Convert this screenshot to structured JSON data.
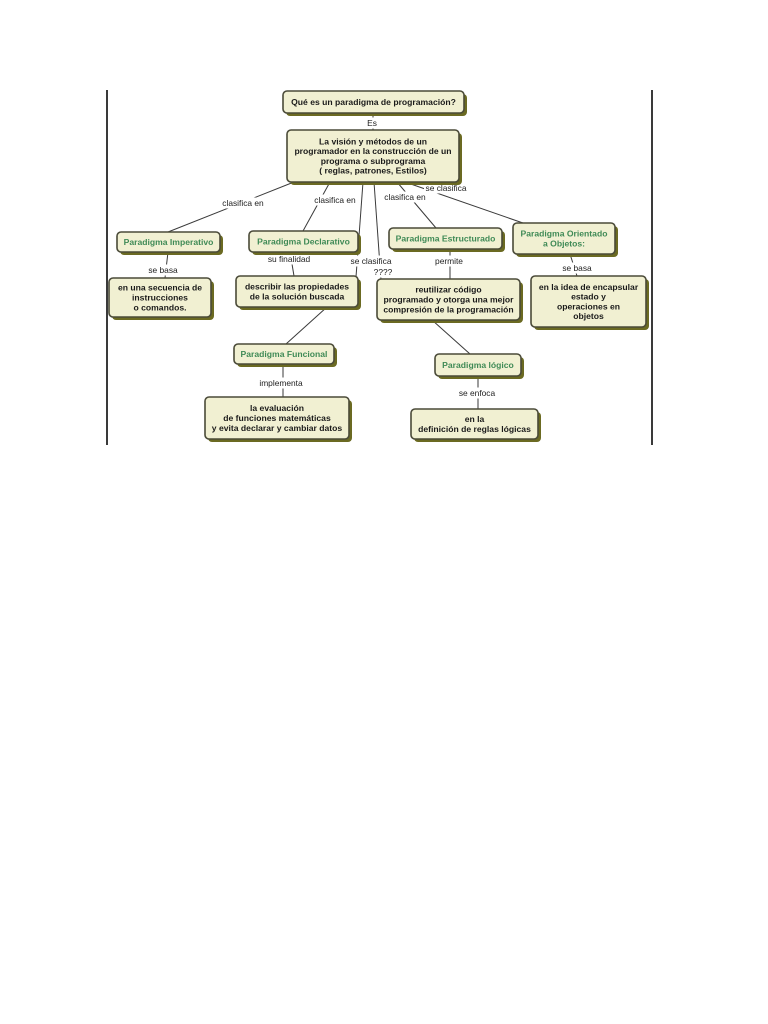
{
  "nodes": {
    "title": [
      "Qué es un paradigma de programación?"
    ],
    "vision": [
      "La visión y métodos de un",
      "programador en la construcción de un",
      "programa o subprograma",
      "( reglas, patrones, Estilos)"
    ],
    "imperativo": [
      "Paradigma Imperativo"
    ],
    "declarativo": [
      "Paradigma Declarativo"
    ],
    "estructurado": [
      "Paradigma Estructurado"
    ],
    "objetos": [
      "Paradigma Orientado",
      "a Objetos:"
    ],
    "secuencia": [
      "en una secuencia de",
      "instrucciones",
      "o comandos."
    ],
    "describir": [
      "describir las propiedades",
      "de la solución buscada"
    ],
    "reutilizar": [
      "reutilizar código",
      "programado y otorga una mejor",
      "compresión de la programación"
    ],
    "encapsular": [
      "en la idea de encapsular",
      "estado y",
      "operaciones en",
      "objetos"
    ],
    "funcional": [
      "Paradigma Funcional"
    ],
    "logico": [
      "Paradigma lógico"
    ],
    "evaluacion": [
      "la evaluación",
      "de funciones matemáticas",
      "y evita declarar y cambiar datos"
    ],
    "reglas": [
      "en la",
      "definición de reglas lógicas"
    ]
  },
  "edge_labels": {
    "es": "Es",
    "clasifica_en_1": "clasifica en",
    "clasifica_en_2": "clasifica en",
    "clasifica_en_3": "clasifica en",
    "se_clasifica_1": "se clasifica",
    "se_clasifica_2": "se clasifica",
    "unknown": "????",
    "se_basa_1": "se basa",
    "su_finalidad": "su finalidad",
    "permite": "permite",
    "se_basa_2": "se basa",
    "implementa": "implementa",
    "se_enfoca": "se enfoca"
  },
  "colors": {
    "node_fill": "#f1f0d2",
    "node_shadow": "#6b6a22",
    "paradigm_text": "#3f8a56",
    "body_text": "#1a1a1a"
  }
}
